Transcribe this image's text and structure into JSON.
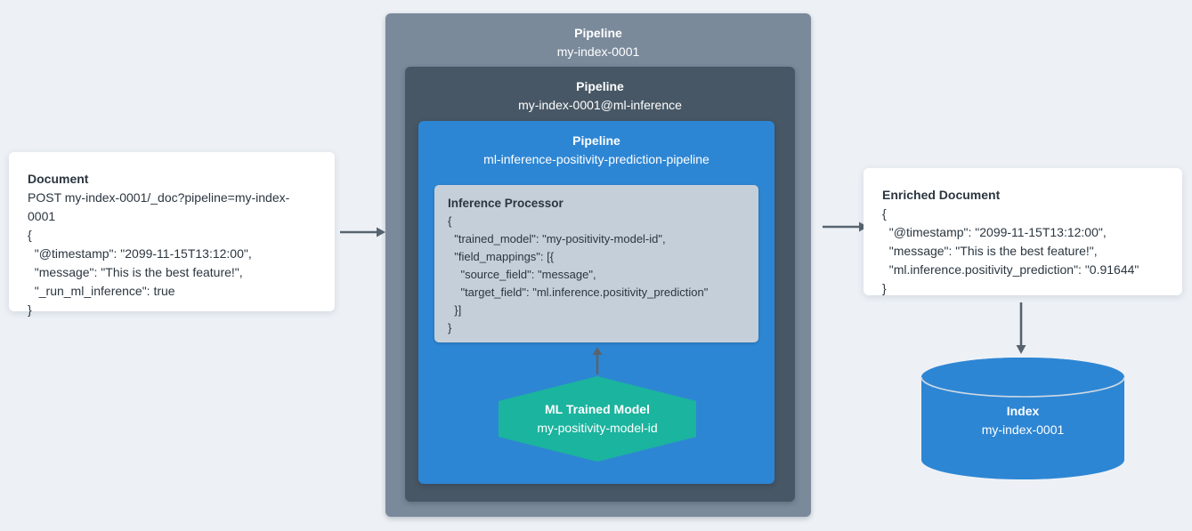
{
  "colors": {
    "background": "#edf1f6",
    "outer_pipeline": "#7a8a9b",
    "mid_pipeline": "#475765",
    "blue_pipeline": "#2d86d4",
    "processor_box": "#c4cfda",
    "hexagon": "#1bb49e",
    "cylinder": "#2d86d4",
    "arrow": "#57646f",
    "text_dark": "#2b3640",
    "text_light": "#ffffff"
  },
  "document_card": {
    "title": "Document",
    "lines": [
      "POST my-index-0001/_doc?pipeline=my-index-0001",
      "{",
      "  \"@timestamp\": \"2099-11-15T13:12:00\",",
      "  \"message\": \"This is the best feature!\",",
      "  \"_run_ml_inference\": true",
      "}"
    ]
  },
  "outer_pipeline": {
    "title": "Pipeline",
    "subtitle": "my-index-0001"
  },
  "mid_pipeline": {
    "title": "Pipeline",
    "subtitle": "my-index-0001@ml-inference"
  },
  "inner_pipeline": {
    "title": "Pipeline",
    "subtitle": "ml-inference-positivity-prediction-pipeline"
  },
  "inference_processor": {
    "title": "Inference Processor",
    "lines": [
      "{",
      "  \"trained_model\": \"my-positivity-model-id\",",
      "  \"field_mappings\": [{",
      "    \"source_field\": \"message\",",
      "    \"target_field\": \"ml.inference.positivity_prediction\"",
      "  }]",
      "}"
    ]
  },
  "ml_model": {
    "title": "ML Trained Model",
    "subtitle": "my-positivity-model-id"
  },
  "enriched_card": {
    "title": "Enriched Document",
    "lines": [
      "{",
      "  \"@timestamp\": \"2099-11-15T13:12:00\",",
      "  \"message\": \"This is the best feature!\",",
      "  \"ml.inference.positivity_prediction\": \"0.91644\"",
      "}"
    ]
  },
  "index_cylinder": {
    "title": "Index",
    "subtitle": "my-index-0001"
  }
}
